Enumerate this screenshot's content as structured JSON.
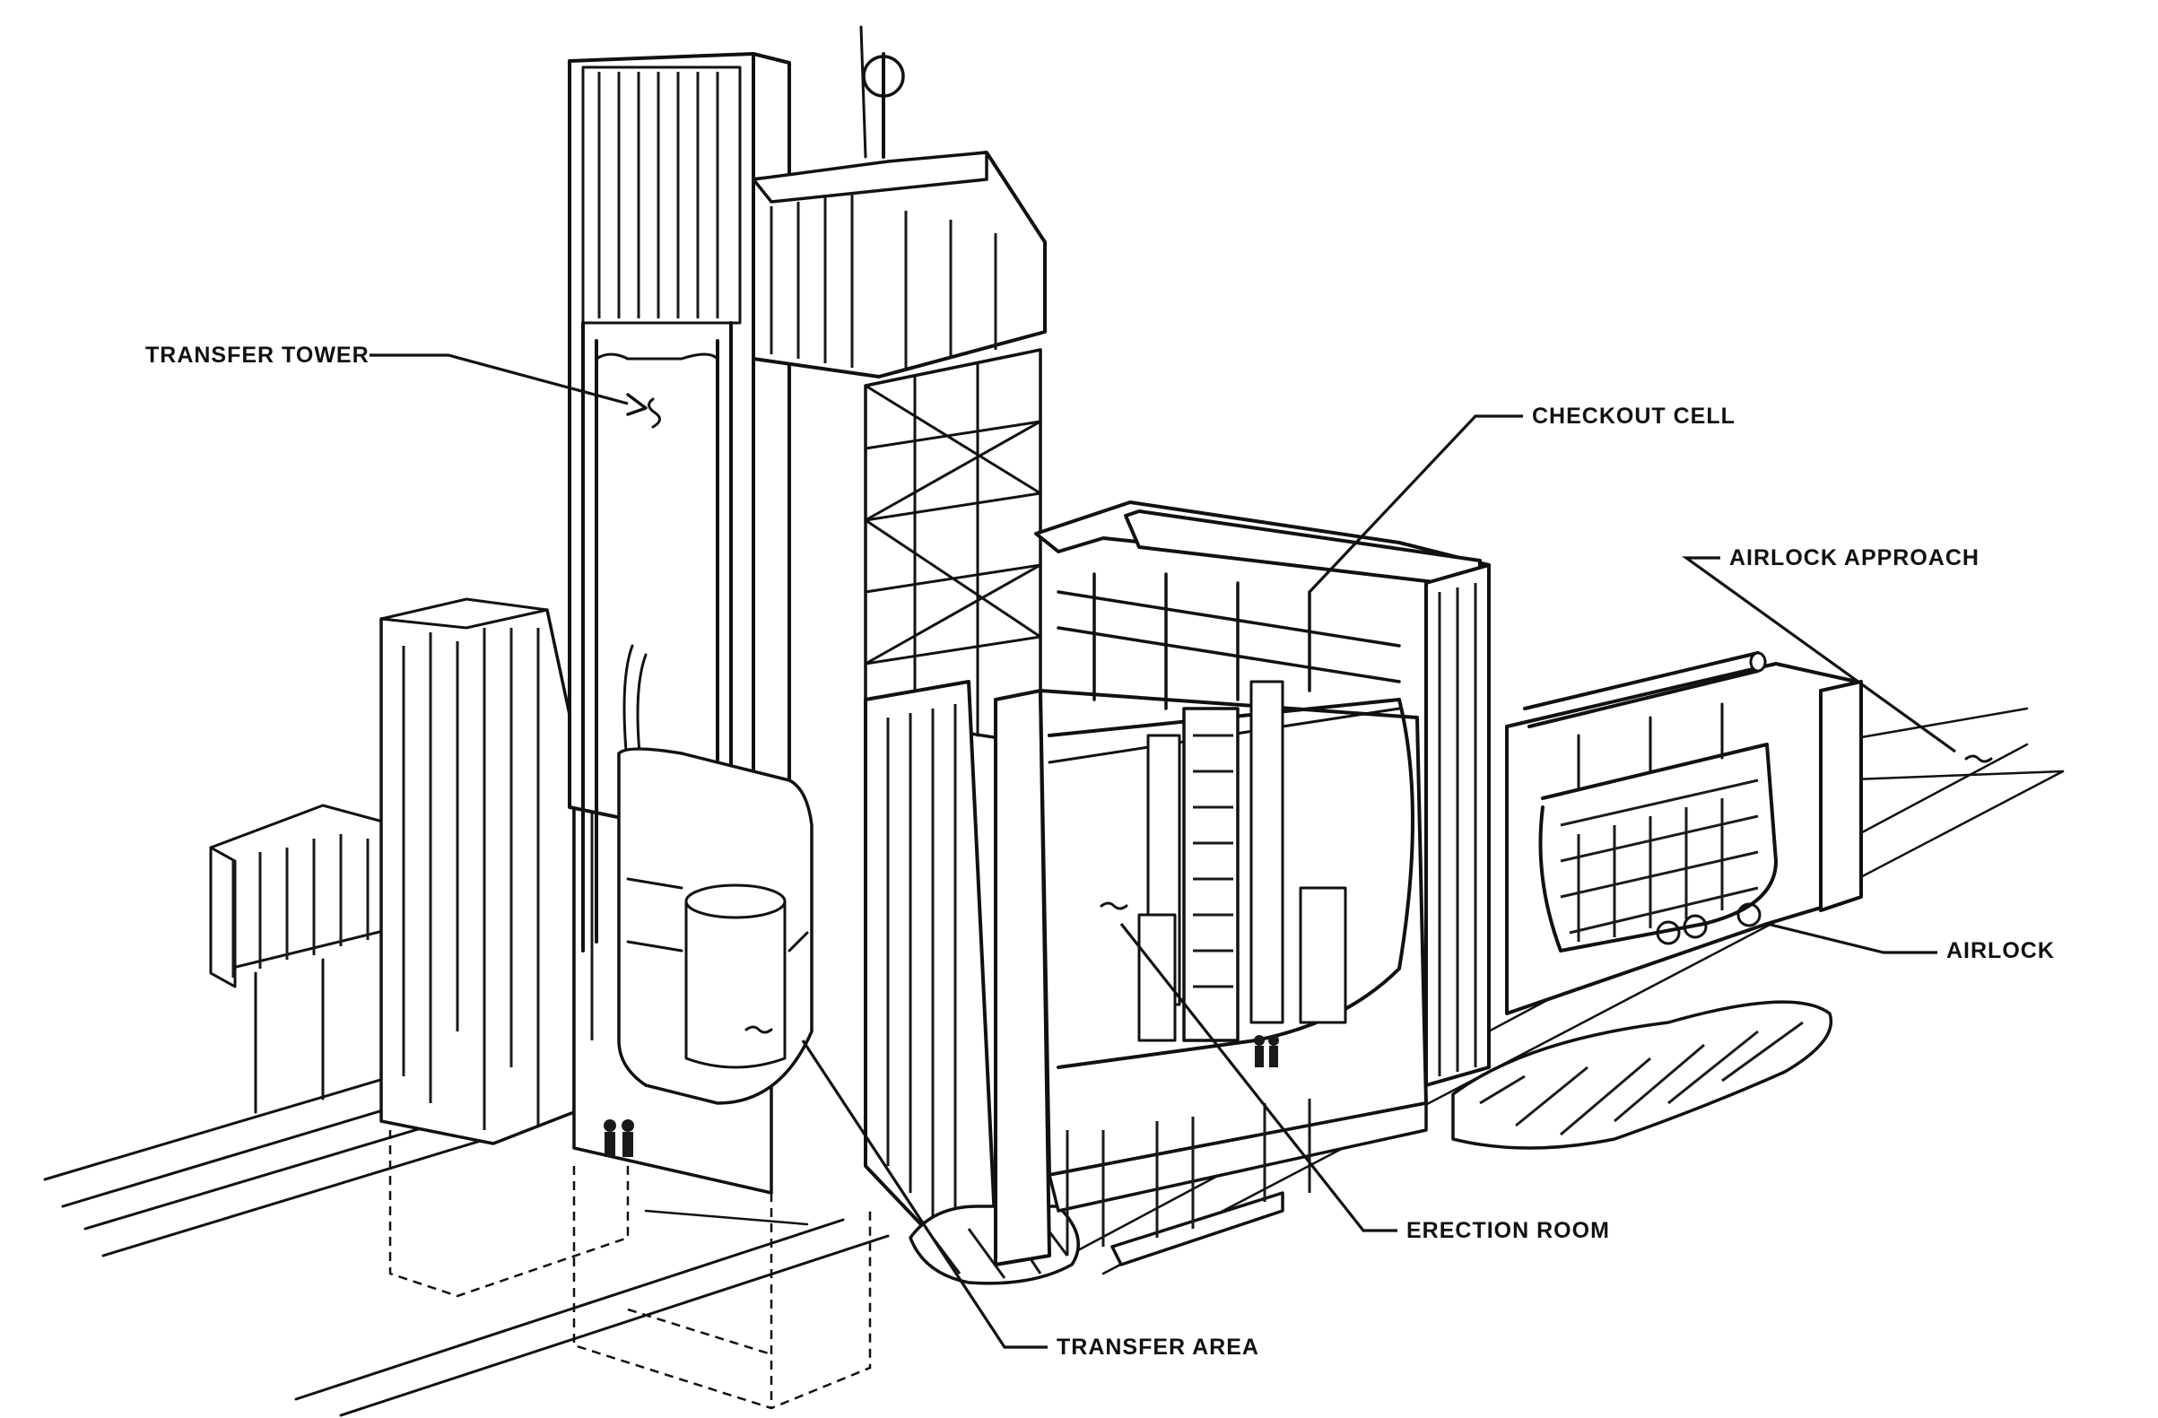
{
  "labels": {
    "transfer_tower": "TRANSFER TOWER",
    "checkout_cell": "CHECKOUT CELL",
    "airlock_approach": "AIRLOCK APPROACH",
    "airlock": "AIRLOCK",
    "erection_room": "ERECTION ROOM",
    "transfer_area": "TRANSFER AREA"
  },
  "colors": {
    "ink": "#111111",
    "paper": "#ffffff"
  }
}
